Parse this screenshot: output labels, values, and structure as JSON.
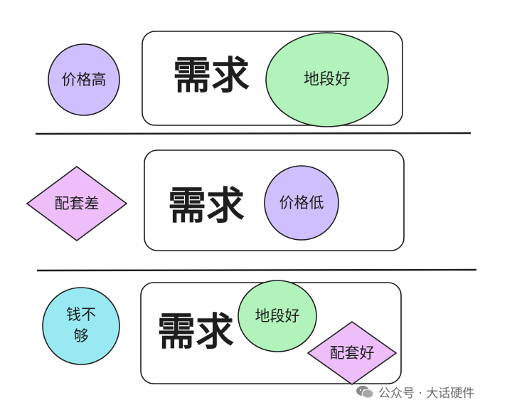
{
  "rows": [
    {
      "side": {
        "label": "价格高",
        "shape": "circle",
        "color": "#d0bfff"
      },
      "box_label": "需求",
      "inner": [
        {
          "label": "地段好",
          "shape": "ellipse",
          "color": "#b2f2bb"
        }
      ]
    },
    {
      "side": {
        "label": "配套差",
        "shape": "diamond",
        "color": "#eebefa"
      },
      "box_label": "需求",
      "inner": [
        {
          "label": "价格低",
          "shape": "circle",
          "color": "#d0bfff"
        }
      ]
    },
    {
      "side": {
        "label_line1": "钱不",
        "label_line2": "够",
        "shape": "circle",
        "color": "#99e9f2"
      },
      "box_label": "需求",
      "inner": [
        {
          "label": "地段好",
          "shape": "ellipse",
          "color": "#b2f2bb"
        },
        {
          "label": "配套好",
          "shape": "diamond",
          "color": "#eebefa"
        }
      ]
    }
  ],
  "watermark": {
    "text": "公众号 · 大话硬件",
    "icon": "wechat-icon"
  }
}
